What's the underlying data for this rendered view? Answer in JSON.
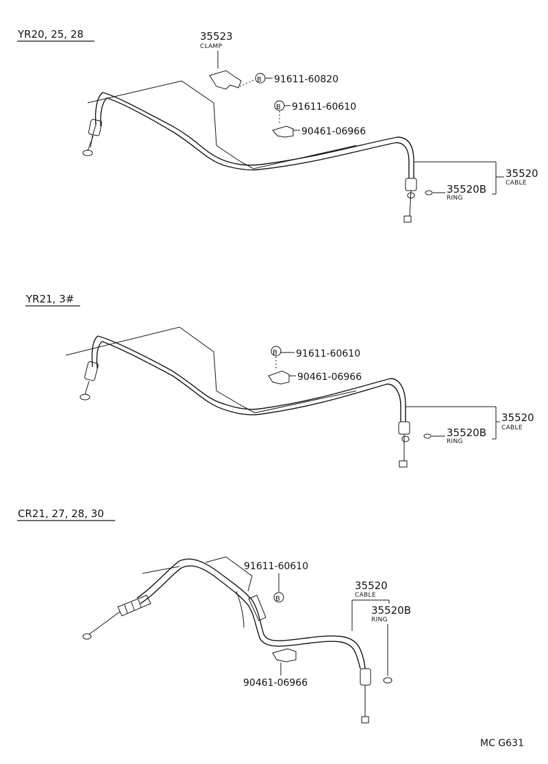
{
  "sections": [
    {
      "model": "YR20, 25, 28",
      "labels": {
        "clamp_number": "35523",
        "clamp_name": "CLAMP",
        "bolt_a": "91611-60820",
        "bolt_b": "91611-60610",
        "clip": "90461-06966",
        "cable_number": "35520",
        "cable_name": "CABLE",
        "ring_number": "35520B",
        "ring_name": "RING",
        "bolt_symbol": "B"
      }
    },
    {
      "model": "YR21, 3#",
      "labels": {
        "bolt": "91611-60610",
        "clip": "90461-06966",
        "cable_number": "35520",
        "cable_name": "CABLE",
        "ring_number": "35520B",
        "ring_name": "RING",
        "bolt_symbol": "B"
      }
    },
    {
      "model": "CR21, 27, 28, 30",
      "labels": {
        "bolt": "91611-60610",
        "clip": "90461-06966",
        "cable_number": "35520",
        "cable_name": "CABLE",
        "ring_number": "35520B",
        "ring_name": "RING",
        "bolt_symbol": "B"
      }
    }
  ],
  "figure_code": "MC G631"
}
